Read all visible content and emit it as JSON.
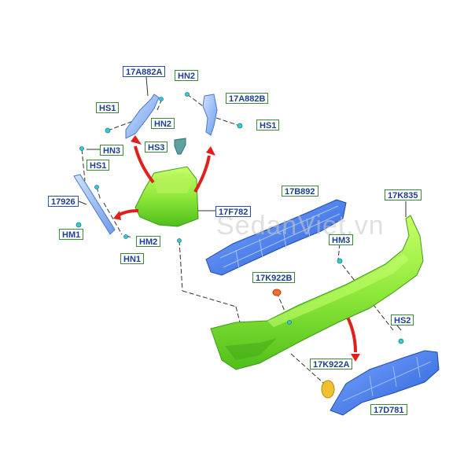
{
  "diagram": {
    "watermark": "SedanViet.vn",
    "labels": {
      "p17A882A": "17A882A",
      "hn2_top": "HN2",
      "hs1_top": "HS1",
      "hn2_mid": "HN2",
      "p17A882B": "17A882B",
      "hs1_right": "HS1",
      "hn3_left": "HN3",
      "hs3": "HS3",
      "hs1_left": "HS1",
      "p17926": "17926",
      "hm1": "HM1",
      "p17F782": "17F782",
      "hm2": "HM2",
      "hn1": "HN1",
      "p17B892": "17B892",
      "p17K835": "17K835",
      "hm3": "HM3",
      "p17K922B": "17K922B",
      "hs2": "HS2",
      "p17K922A": "17K922A",
      "p17D781": "17D781"
    }
  }
}
